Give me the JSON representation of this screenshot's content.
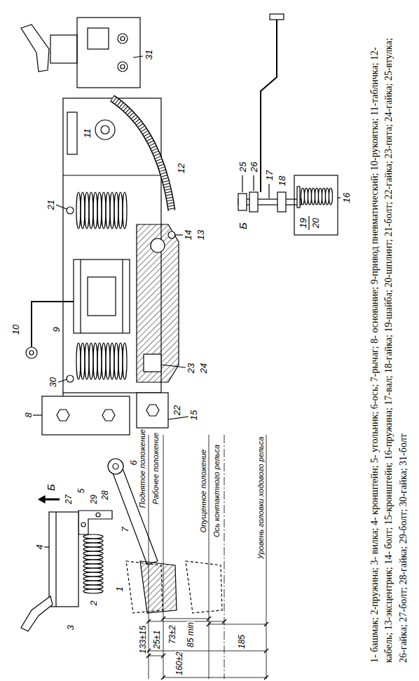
{
  "diagram": {
    "caption": "1- башмак; 2-пружина; 3- вилка; 4- кронштейн; 5- угольник; 6-ось; 7-рычаг; 8- основание; 9-привод пневматический; 10-рукоятка; 11-табличка; 12-кабель; 13-эксцентрик; 14- болт; 15-кронштейн; 16-пружина; 17-вал; 18-гайка; 19-шайба; 20-шплинт; 21-болт; 22-гайка; 23-пята; 24-гайка; 25-втулка; 26-гайка; 27-болт; 28-гайка; 29-болт; 30-гайка; 31-болт",
    "labels": [
      "31",
      "11",
      "12",
      "21",
      "14",
      "13",
      "10",
      "9",
      "23",
      "24",
      "30",
      "22",
      "15",
      "8",
      "Б",
      "25",
      "26",
      "17",
      "18",
      "19",
      "20",
      "16",
      "Б",
      "27",
      "5",
      "29",
      "28",
      "6",
      "4",
      "7",
      "2",
      "3",
      "1",
      "Поднятое положение",
      "Рабочее положение",
      "Опущенное положение",
      "Ось контактного рельса",
      "Уровень головки ходового рельса",
      "133±15",
      "25±1",
      "73±2",
      "85 min",
      "160±2",
      "185"
    ]
  }
}
